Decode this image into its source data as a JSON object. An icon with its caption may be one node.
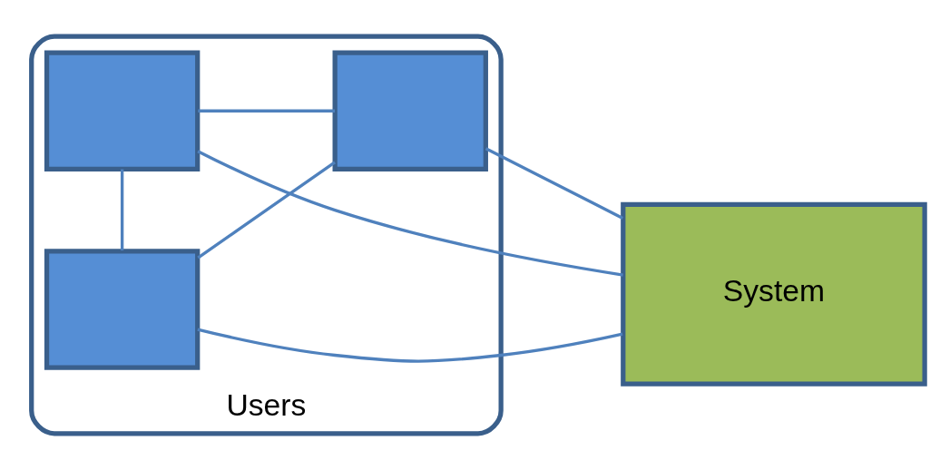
{
  "diagram": {
    "nodes": [
      {
        "text": [
          "Users"
        ]
      },
      {
        "text": [],
        "shape": "box",
        "in": 0
      },
      {
        "text": [],
        "shape": "box",
        "in": 0
      },
      {
        "text": [],
        "shape": "box",
        "in": 0
      },
      {
        "text": [
          "System"
        ]
      }
    ],
    "edges": [
      {
        "from": 1,
        "to": 3,
        "arrow": "none"
      },
      {
        "from": 1,
        "to": 2,
        "arrow": "none"
      },
      {
        "from": 3,
        "to": 2,
        "arrow": "none"
      },
      {
        "from": 1,
        "to": 4,
        "arrow": "none"
      },
      {
        "from": 2,
        "to": 4,
        "arrow": "none"
      },
      {
        "from": 3,
        "to": 4,
        "arrow": "none"
      }
    ]
  }
}
